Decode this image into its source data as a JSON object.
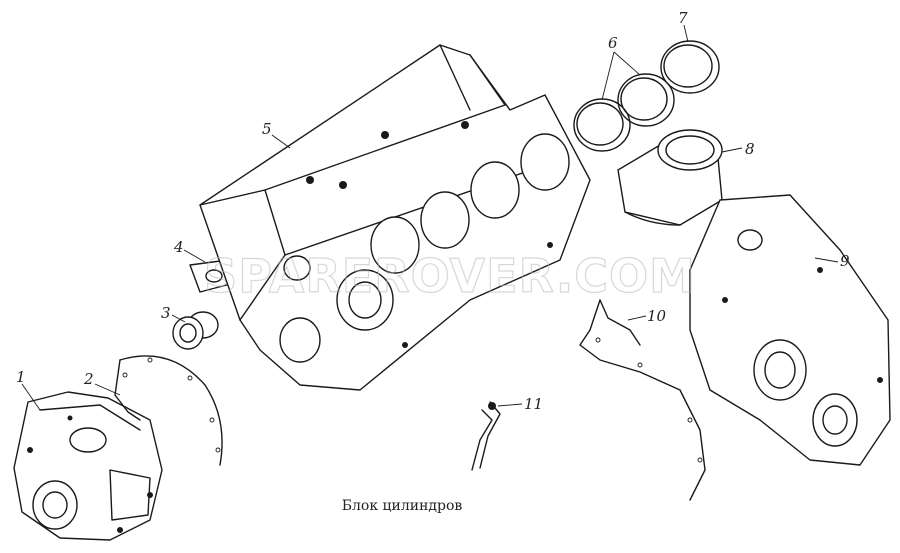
{
  "caption": "Блок цилиндров",
  "watermark": "SPAREROVER.COM",
  "callouts": {
    "c1": "1",
    "c2": "2",
    "c3": "3",
    "c4": "4",
    "c5": "5",
    "c6": "6",
    "c7": "7",
    "c8": "8",
    "c9": "9",
    "c10": "10",
    "c11": "11"
  },
  "colors": {
    "ink": "#1a1a1a",
    "paper": "#ffffff",
    "watermark": "#b8b8b8"
  }
}
